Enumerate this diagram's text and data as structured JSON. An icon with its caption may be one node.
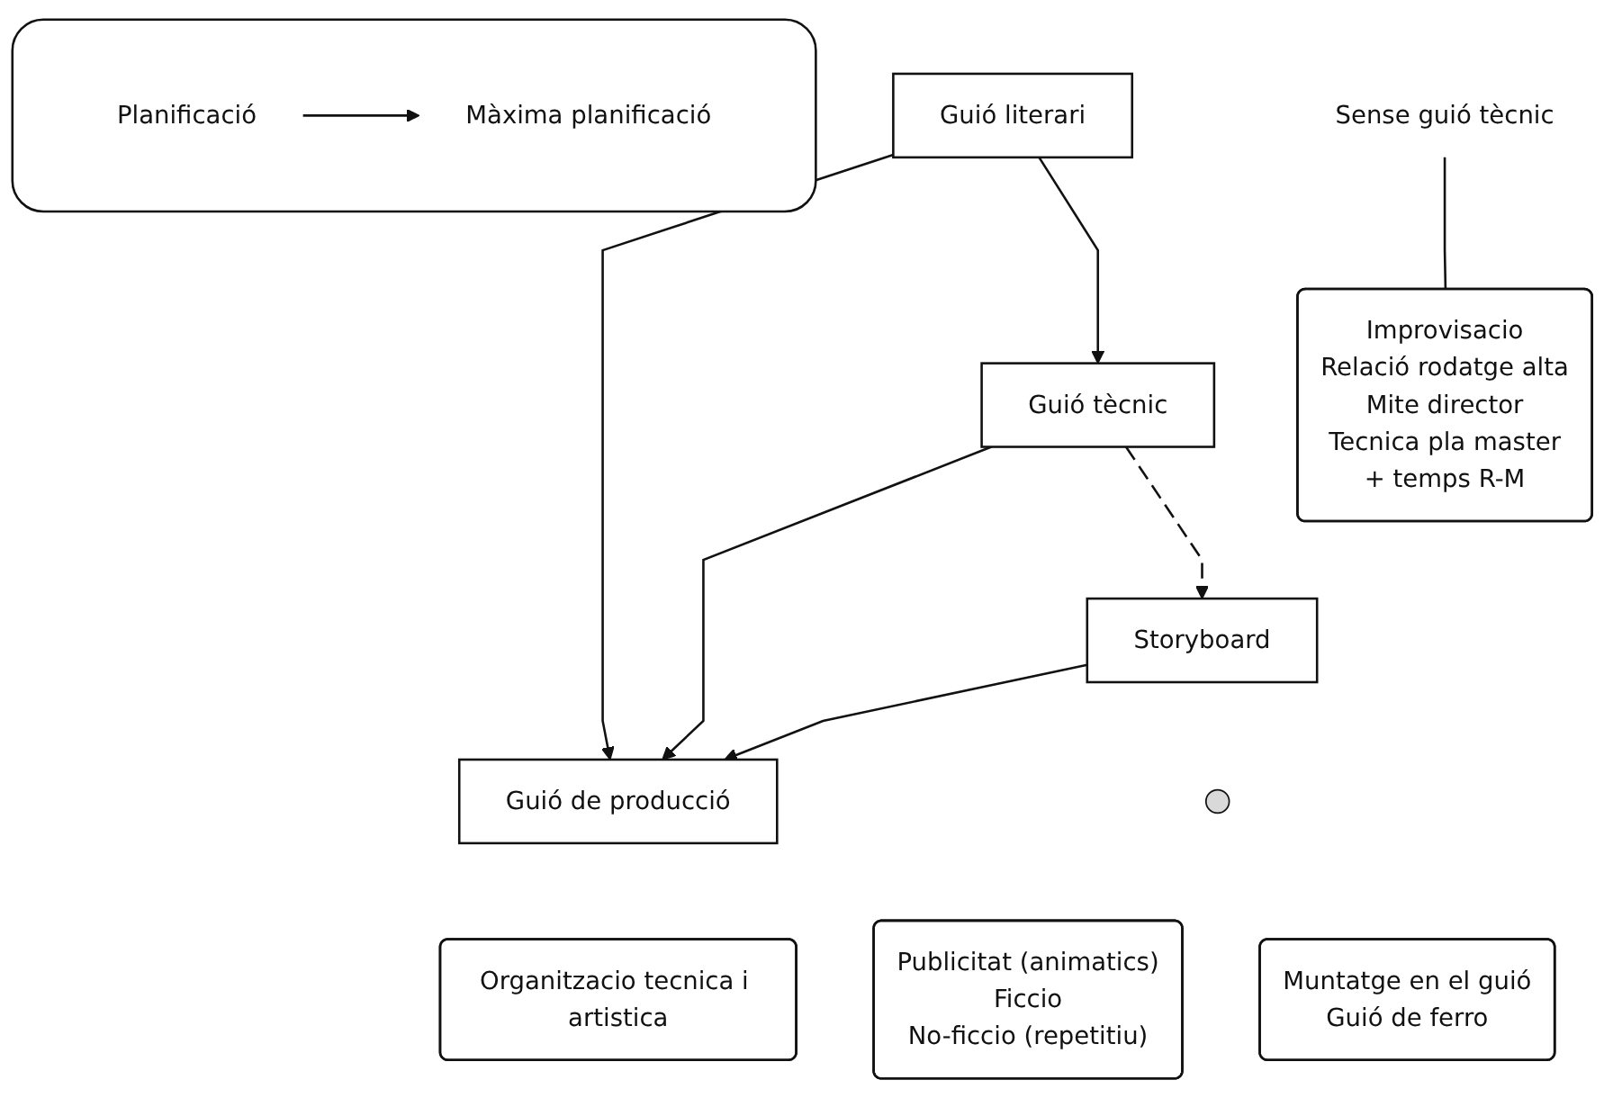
{
  "diagram": {
    "nodes": [
      {
        "text": [],
        "shape": "box"
      },
      {
        "text": [
          "Planificació"
        ],
        "in": 0
      },
      {
        "text": [
          "Màxima planificació"
        ],
        "in": 0
      },
      {
        "text": [
          "Guió literari"
        ]
      },
      {
        "text": [
          "Guió de producció"
        ]
      },
      {
        "text": [
          "Organitzacio tecnica i artistica"
        ]
      },
      {
        "text": [
          "Guió tècnic"
        ]
      },
      {
        "text": [
          "Sense guió tècnic"
        ]
      },
      {
        "text": [
          "Improvisacio",
          "Relació rodatge alta",
          "Mite director",
          "Tecnica pla master",
          "+ temps R-M"
        ]
      },
      {
        "text": [
          "Storyboard"
        ]
      },
      {
        "text": [],
        "shape": "ellipse"
      },
      {
        "text": [
          "Publicitat (animatics)",
          "Ficcio",
          "No-ficcio (repetitiu)"
        ]
      },
      {
        "text": [
          "Muntatge en el guió",
          "Guió de ferro"
        ]
      }
    ],
    "edges": [
      {
        "from": 1,
        "to": 2,
        "arrow": "to"
      },
      {
        "from": 3,
        "to": 4,
        "arrow": "to"
      },
      {
        "from": 3,
        "to": 6,
        "arrow": "to"
      },
      {
        "from": 6,
        "to": 4,
        "arrow": "to"
      },
      {
        "from": 6,
        "to": 9,
        "arrow": "to",
        "style": "dashed"
      },
      {
        "from": 9,
        "to": 4,
        "arrow": "to"
      },
      {
        "from": 7,
        "to": 8,
        "arrow": "none"
      }
    ]
  }
}
